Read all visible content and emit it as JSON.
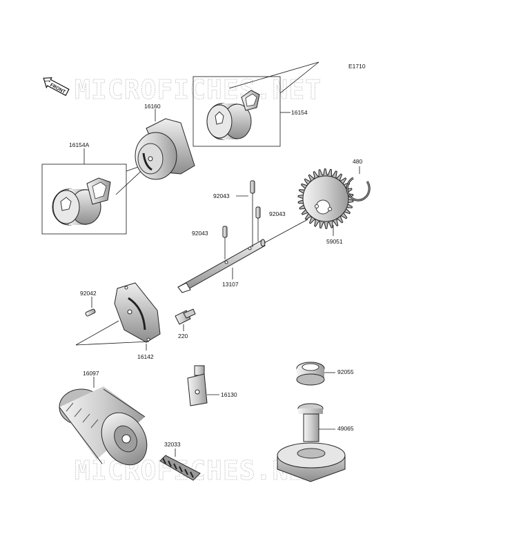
{
  "diagram": {
    "code": "E1710",
    "front_label": "FRONT",
    "watermark": "MICROFICHES.NET",
    "parts": [
      {
        "number": "16154"
      },
      {
        "number": "16160"
      },
      {
        "number": "16154A"
      },
      {
        "number": "480"
      },
      {
        "number": "92043"
      },
      {
        "number": "92043"
      },
      {
        "number": "92043"
      },
      {
        "number": "59051"
      },
      {
        "number": "13107"
      },
      {
        "number": "92042"
      },
      {
        "number": "220"
      },
      {
        "number": "16142"
      },
      {
        "number": "16097"
      },
      {
        "number": "92055"
      },
      {
        "number": "16130"
      },
      {
        "number": "49065"
      },
      {
        "number": "32033"
      }
    ]
  }
}
